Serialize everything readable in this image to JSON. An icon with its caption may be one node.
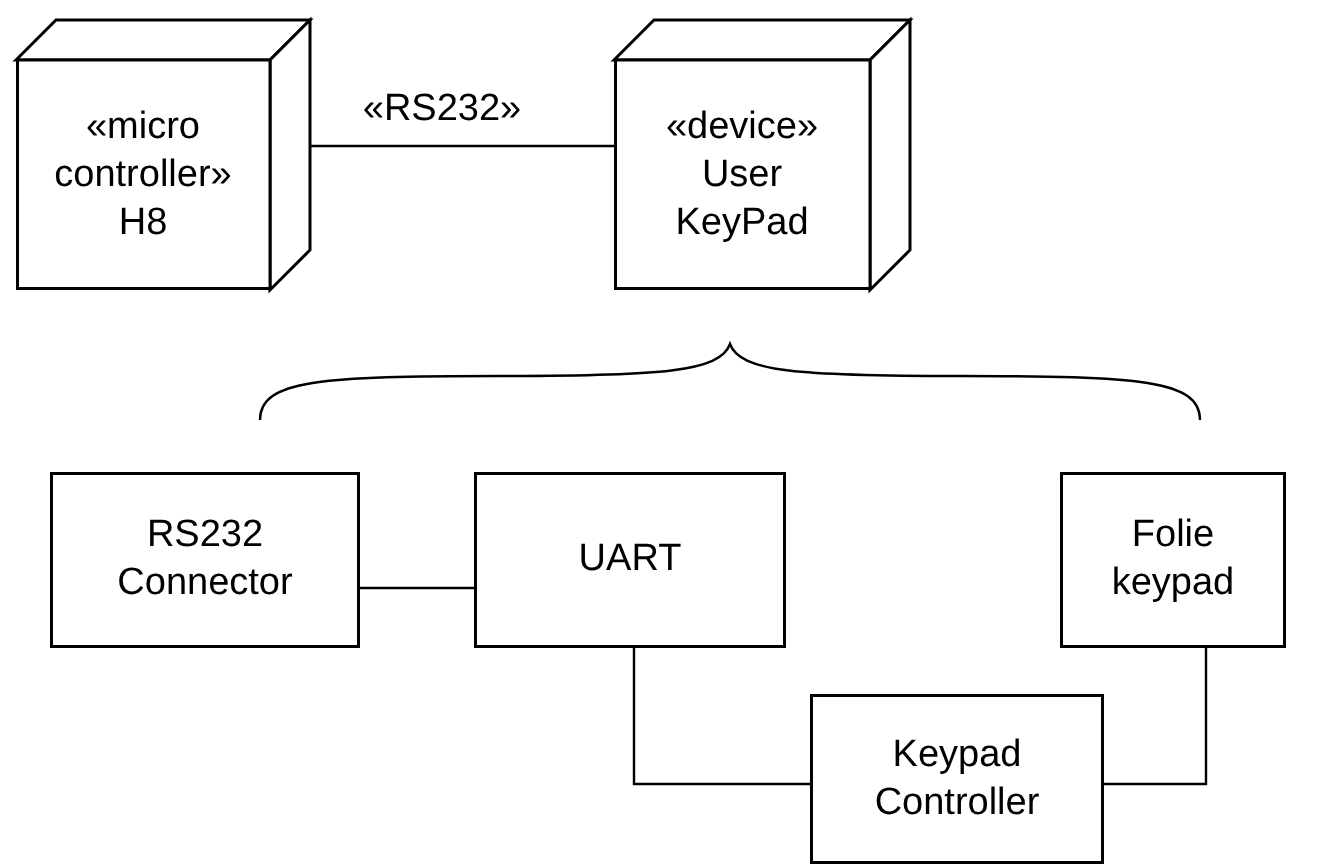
{
  "diagram": {
    "nodes": [
      {
        "text": [
          "«micro controller»",
          "H8"
        ]
      },
      {
        "text": [
          "«device»",
          "User KeyPad"
        ]
      },
      {
        "text": [
          "RS232 Connector"
        ]
      },
      {
        "text": [
          "UART"
        ]
      },
      {
        "text": [
          "Folie keypad"
        ]
      },
      {
        "text": [
          "Keypad Controller"
        ]
      }
    ],
    "edges": [
      {
        "from": 0,
        "to": 1,
        "arrow": "none",
        "label": "«RS232»"
      },
      {
        "from": 2,
        "to": 3,
        "arrow": "none"
      },
      {
        "from": 3,
        "to": 5,
        "arrow": "none"
      },
      {
        "from": 4,
        "to": 5,
        "arrow": "none"
      }
    ]
  }
}
